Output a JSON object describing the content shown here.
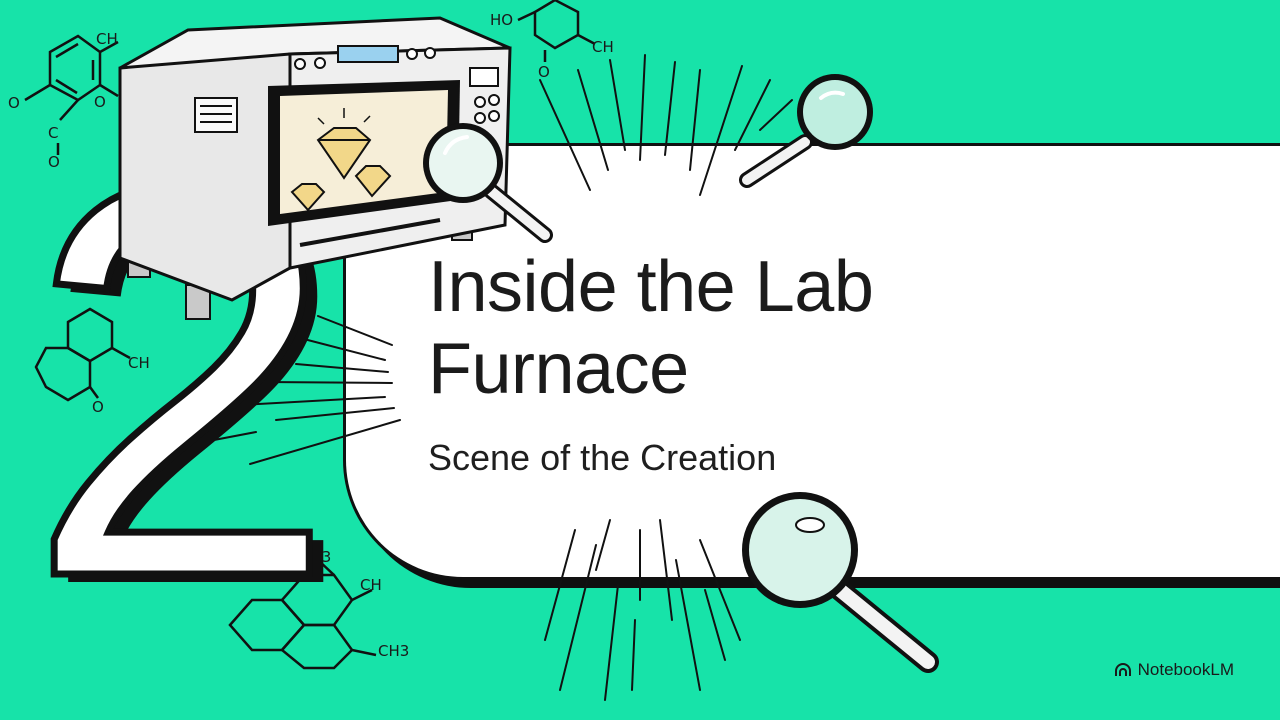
{
  "slide": {
    "section_number": "2",
    "title_line1": "Inside the Lab",
    "title_line2": "Furnace",
    "subtitle": "Scene of the Creation",
    "brand": "NotebookLM"
  },
  "icons": [
    "lab-furnace-illustration",
    "diamond-icon",
    "magnifying-glass-icon",
    "molecule-drawing",
    "notebooklm-logo-icon"
  ],
  "molecule_labels": {
    "m1_ch": "CH",
    "m1_o_right": "O",
    "m1_o_left": "O",
    "m1_c": "C",
    "m1_o_bottom": "O",
    "m2_ho": "HO",
    "m2_ch": "CH",
    "m2_o": "O",
    "m3_ch": "CH",
    "m3_o": "O",
    "m4_ch3_top": "CH3",
    "m4_ch": "CH",
    "m4_ch3_bottom": "CH3"
  },
  "colors": {
    "background": "#17e3a9",
    "card": "#ffffff",
    "ink": "#111111"
  }
}
